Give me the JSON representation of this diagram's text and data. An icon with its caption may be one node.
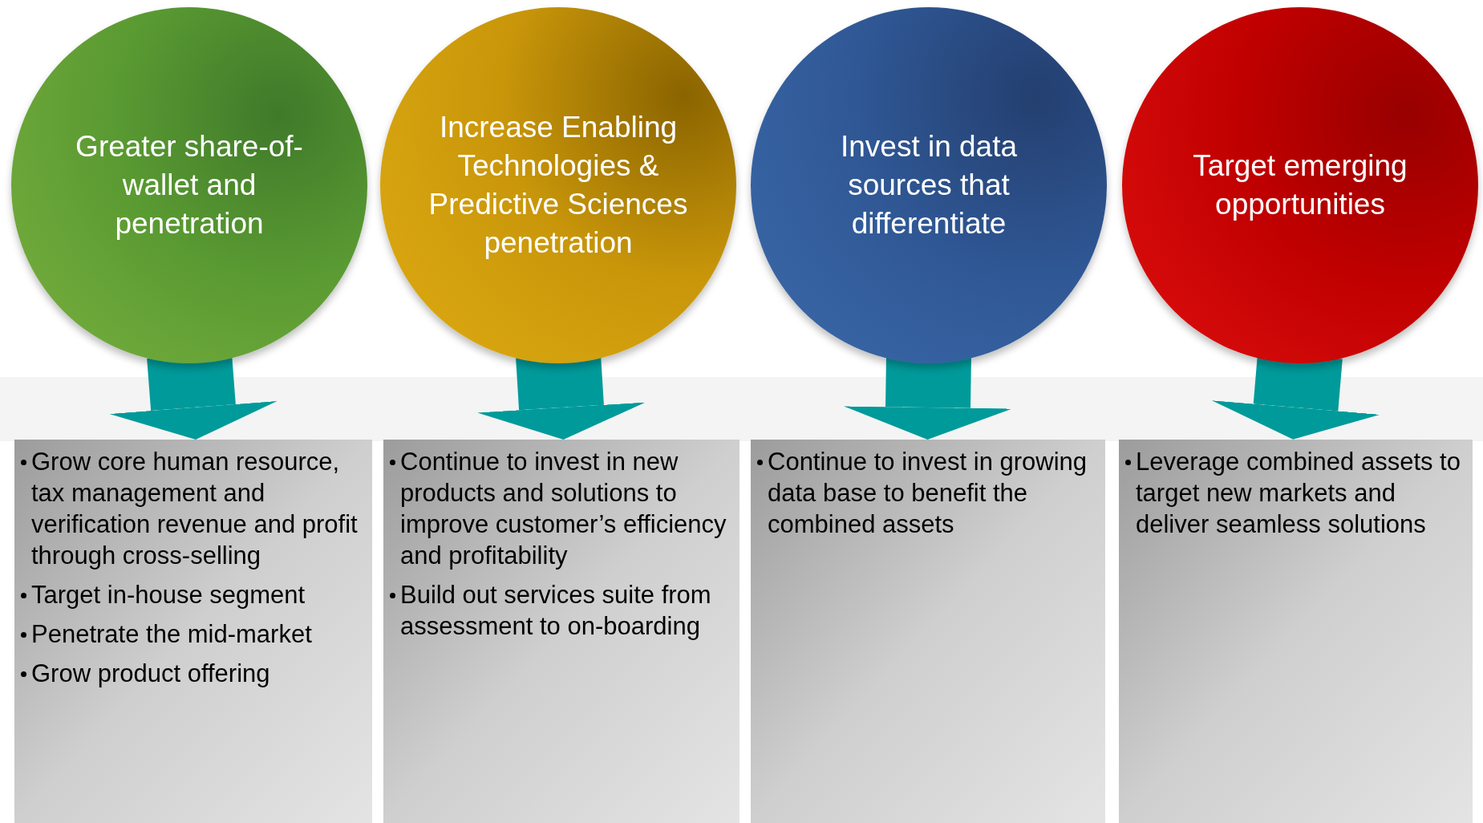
{
  "diagram": {
    "nodes": [
      {
        "text": [
          "Greater share-of-wallet and penetration"
        ]
      },
      {
        "text": [
          "Increase Enabling Technologies & Predictive Sciences penetration"
        ]
      },
      {
        "text": [
          "Invest in data sources that differentiate"
        ]
      },
      {
        "text": [
          "Target emerging opportunities"
        ]
      },
      {
        "text": [
          "Grow core human resource, tax management and verification revenue and profit through cross-selling",
          "Target in-house segment",
          "Penetrate the mid-market",
          "Grow product offering"
        ]
      },
      {
        "text": [
          "Continue to invest in new products and solutions to improve customer’s efficiency and profitability",
          "Build out services suite from assessment to on-boarding"
        ]
      },
      {
        "text": [
          "Continue to invest in growing data base to benefit the combined assets"
        ]
      },
      {
        "text": [
          "Leverage combined assets to target new markets and deliver seamless solutions"
        ]
      }
    ],
    "edges": [
      {
        "from": 0,
        "to": 4,
        "arrow": "to",
        "color": "#009a9a"
      },
      {
        "from": 1,
        "to": 5,
        "arrow": "to",
        "color": "#009a9a"
      },
      {
        "from": 2,
        "to": 6,
        "arrow": "to",
        "color": "#009a9a"
      },
      {
        "from": 3,
        "to": 7,
        "arrow": "to",
        "color": "#009a9a"
      }
    ]
  }
}
